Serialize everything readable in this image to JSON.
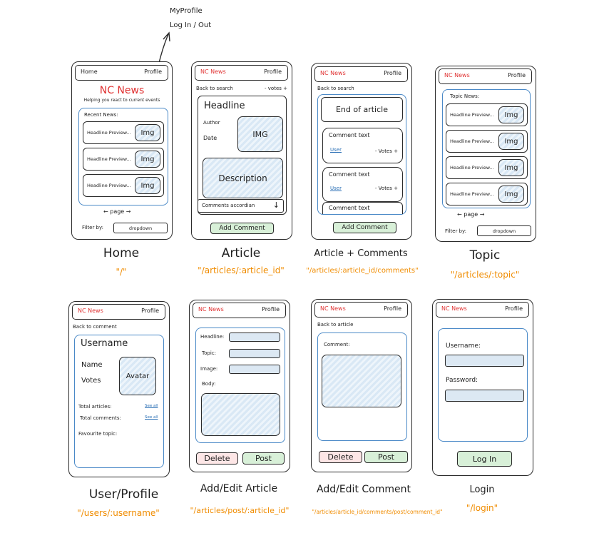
{
  "top_annotation": {
    "line1": "MyProfile",
    "line2": "Log In / Out"
  },
  "common": {
    "brand": "NC News",
    "profile": "Profile",
    "home": "Home",
    "img": "Img",
    "headline_preview": "Headline Preview...",
    "back_to_search": "Back to search",
    "back_to_comment": "Back to comment",
    "back_to_article": "Back to article",
    "filter_by": "Filter by:",
    "dropdown": "dropdown",
    "page": "page"
  },
  "home": {
    "brand_title": "NC News",
    "tagline": "Helping you react to current events",
    "recent": "Recent News:",
    "title": "Home",
    "route": "\"/\""
  },
  "article": {
    "votes": "- votes +",
    "headline": "Headline",
    "author": "Author",
    "date": "Date",
    "img": "IMG",
    "description": "Description",
    "accordion": "Comments accordian",
    "arrow": "↓",
    "add_comment": "Add Comment",
    "title": "Article",
    "route": "\"/articles/:article_id\""
  },
  "article_comments": {
    "end": "End of article",
    "comment_text": "Comment text",
    "user": "User",
    "votes": "- Votes +",
    "add_comment": "Add Comment",
    "title": "Article + Comments",
    "route": "\"/articles/:article_id/comments\""
  },
  "topic": {
    "topic_news": "Topic News:",
    "title": "Topic",
    "route": "\"/articles/:topic\""
  },
  "user_profile": {
    "username": "Username",
    "name": "Name",
    "votes": "Votes",
    "avatar": "Avatar",
    "total_articles": "Total articles:",
    "total_comments": "Total comments:",
    "see_all": "See all",
    "favourite": "Favourite topic:",
    "title": "User/Profile",
    "route": "\"/users/:username\""
  },
  "add_edit_article": {
    "headline": "Headline:",
    "topic": "Topic:",
    "image": "Image:",
    "body": "Body:",
    "delete": "Delete",
    "post": "Post",
    "title": "Add/Edit Article",
    "route": "\"/articles/post/:article_id\""
  },
  "add_edit_comment": {
    "comment": "Comment:",
    "delete": "Delete",
    "post": "Post",
    "title": "Add/Edit Comment",
    "route": "\"/articles/article_id/comments/post/comment_id\""
  },
  "login": {
    "username": "Username:",
    "password": "Password:",
    "login_btn": "Log In",
    "title": "Login",
    "route": "\"/login\""
  }
}
